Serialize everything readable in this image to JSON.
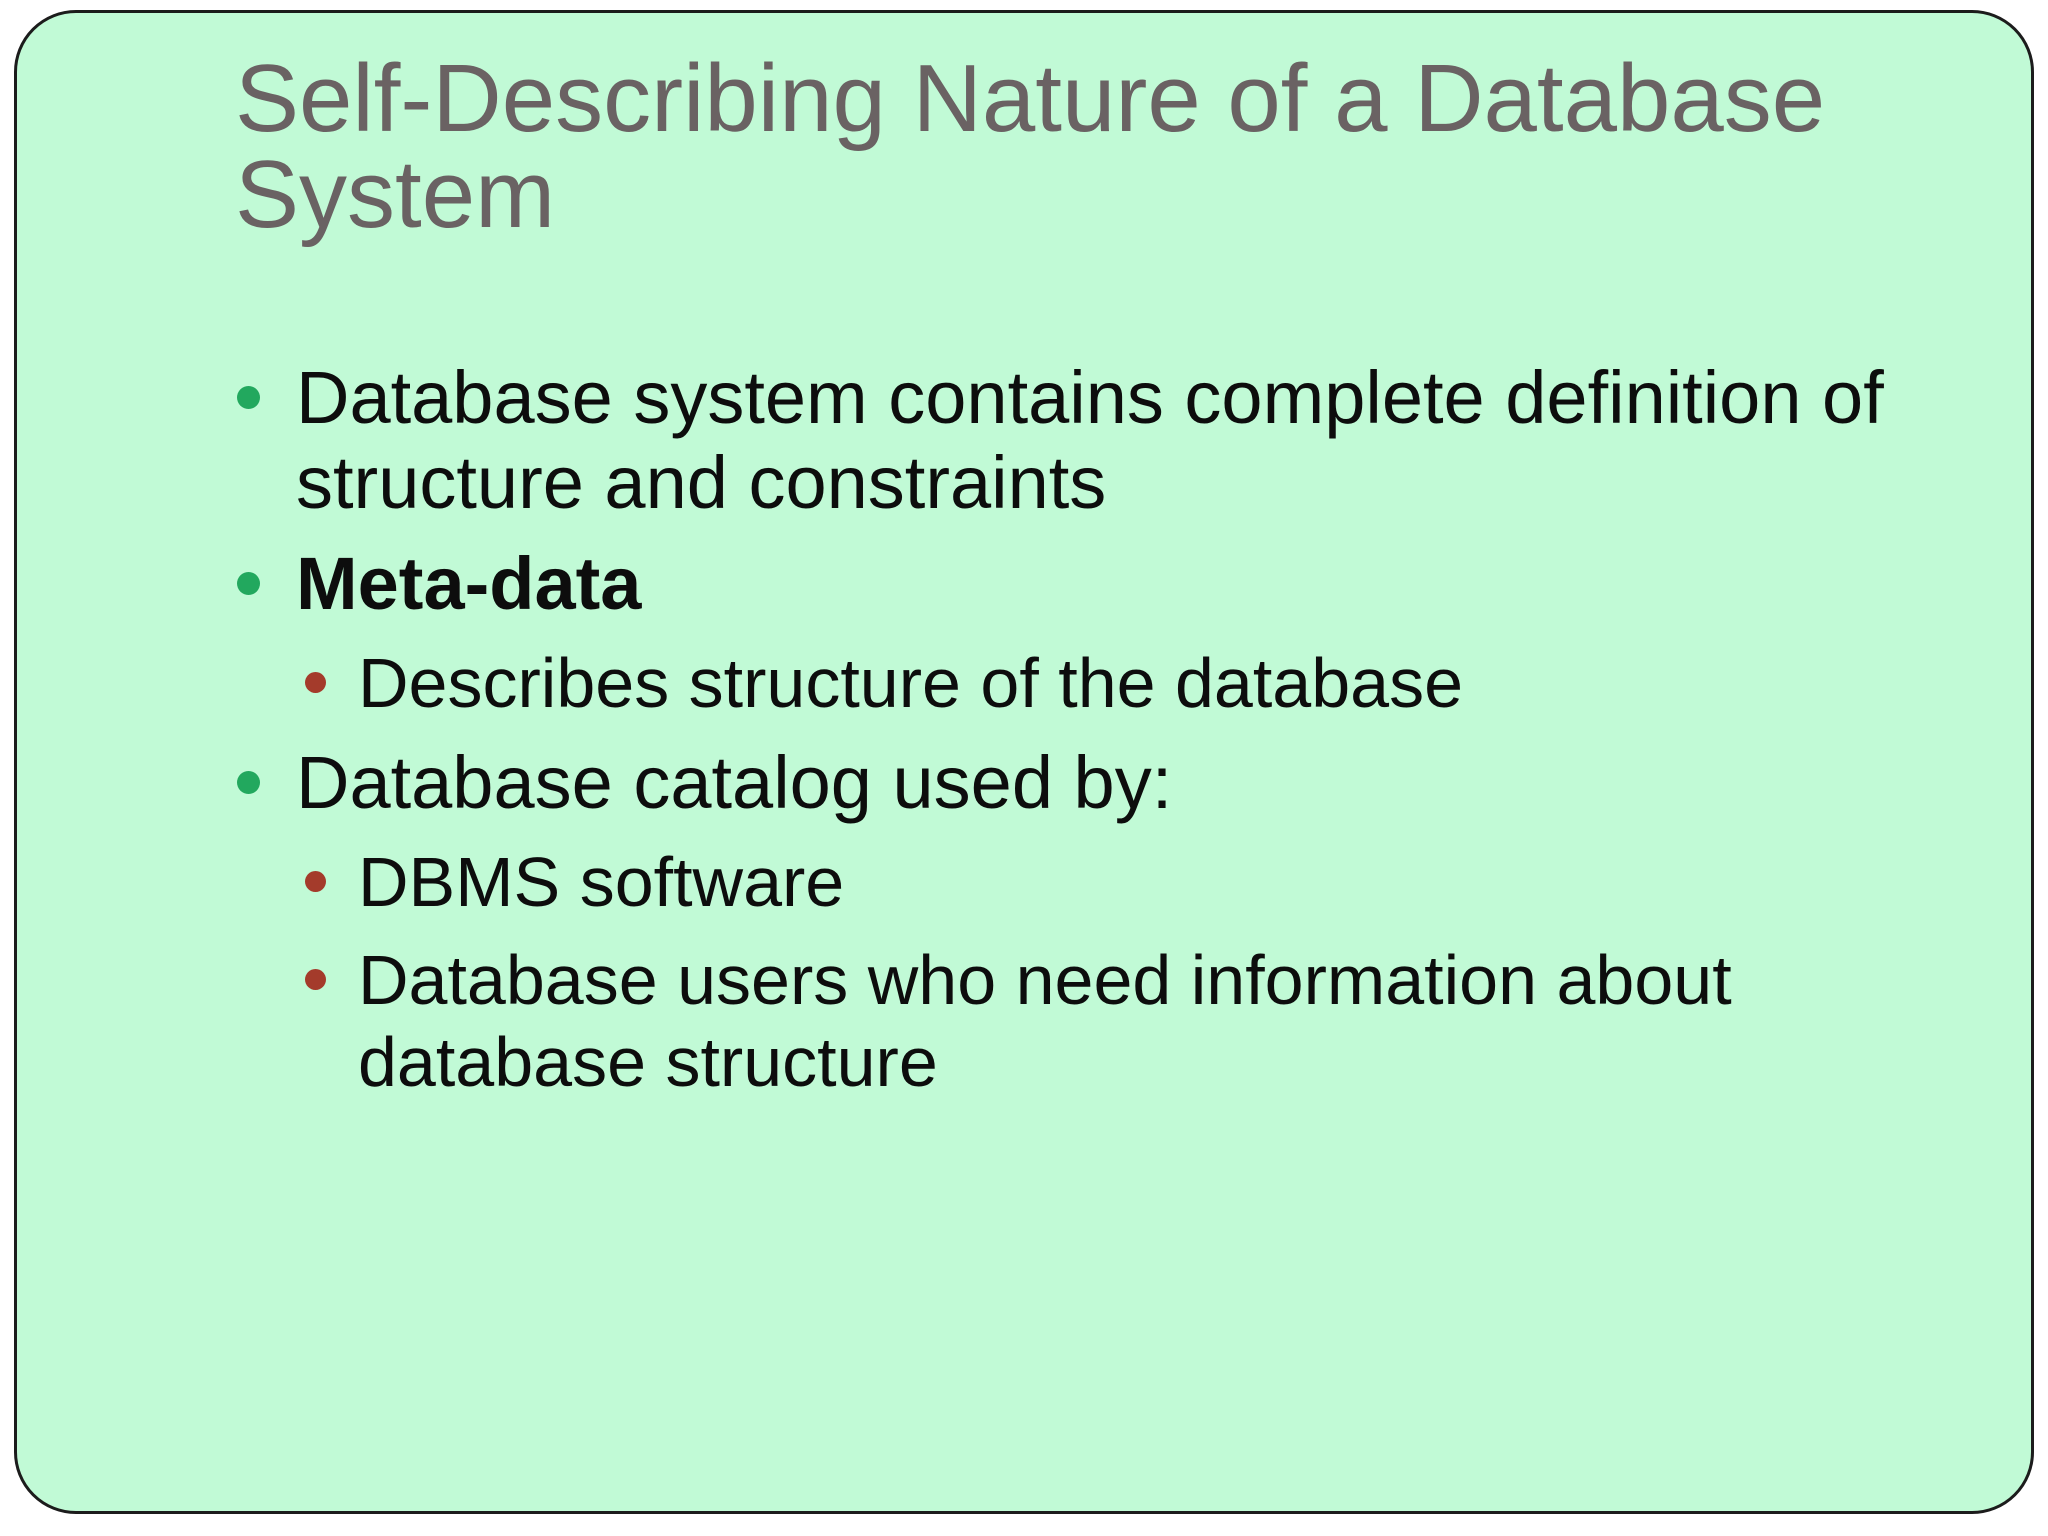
{
  "slide": {
    "title": "Self-Describing Nature of a Database System",
    "bullets": [
      {
        "level": 1,
        "bold": false,
        "text": "Database system contains complete definition of structure and constraints"
      },
      {
        "level": 1,
        "bold": true,
        "text": "Meta-data"
      },
      {
        "level": 2,
        "bold": false,
        "text": "Describes structure of the database"
      },
      {
        "level": 1,
        "bold": false,
        "text": "Database catalog used by:"
      },
      {
        "level": 2,
        "bold": false,
        "text": "DBMS software"
      },
      {
        "level": 2,
        "bold": false,
        "text": "Database users who need information about database structure"
      }
    ],
    "colors": {
      "slide_bg": "#c1fad6",
      "slide_border": "#1c1c1c",
      "title_color": "#6a6263",
      "text_color": "#0d0d0d",
      "bullet1": "#22a85e",
      "bullet2": "#a43b2b"
    }
  }
}
